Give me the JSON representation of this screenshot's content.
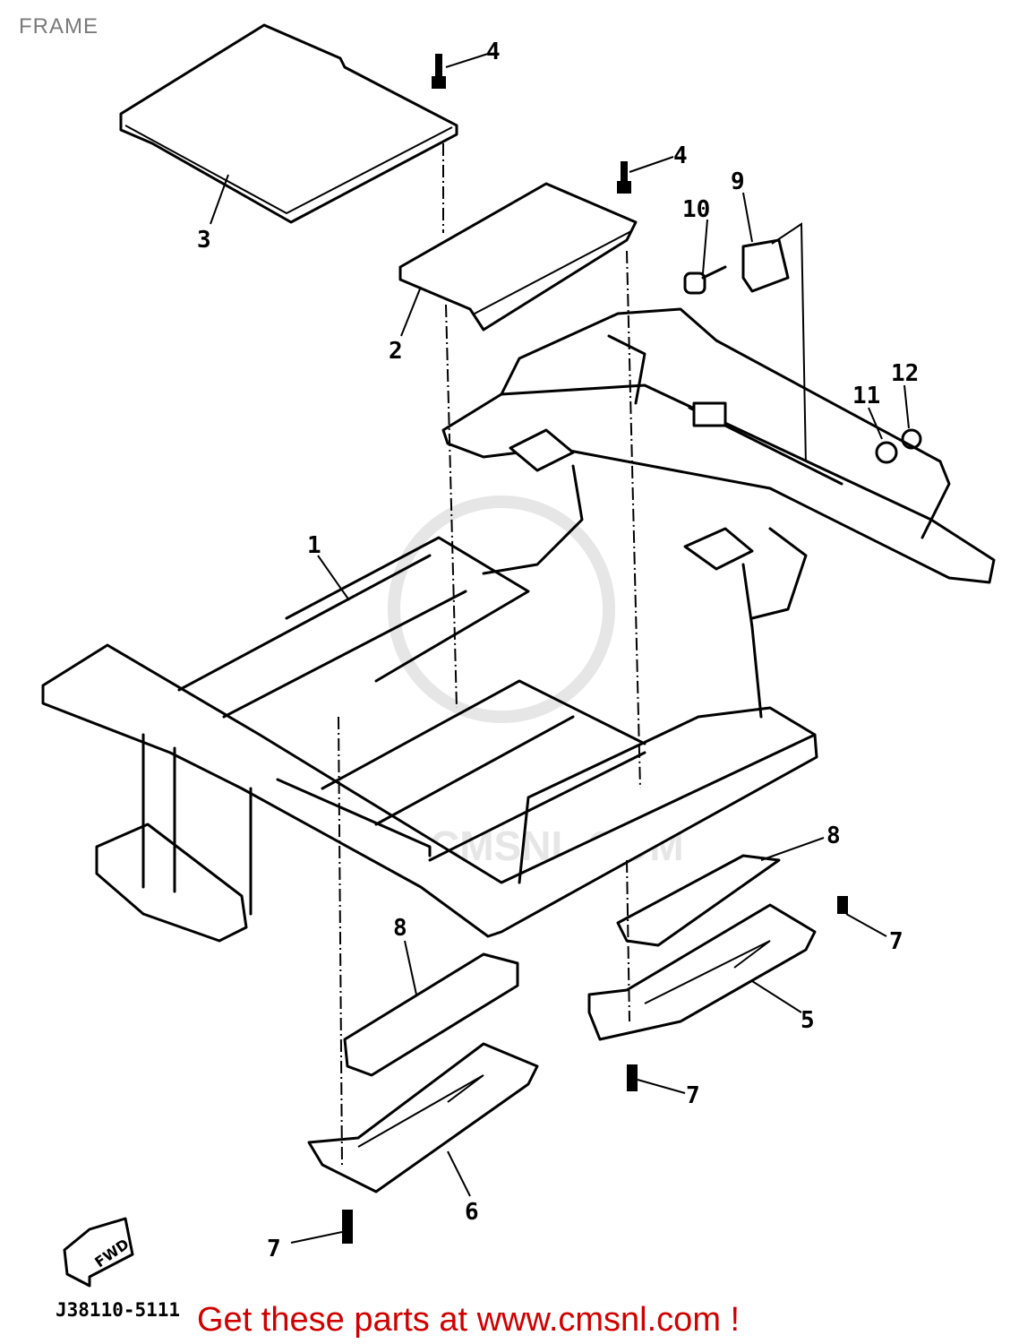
{
  "title": "FRAME",
  "diagram_code": "J38110-5111",
  "promo_text": "Get these parts at www.cmsnl.com !",
  "fwd_label": "FWD",
  "watermark_text": "CMSNL.COM",
  "promo_color": "#d00000",
  "callouts": [
    "4",
    "4",
    "3",
    "2",
    "10",
    "9",
    "12",
    "11",
    "1",
    "8",
    "8",
    "7",
    "5",
    "7",
    "6",
    "7"
  ]
}
